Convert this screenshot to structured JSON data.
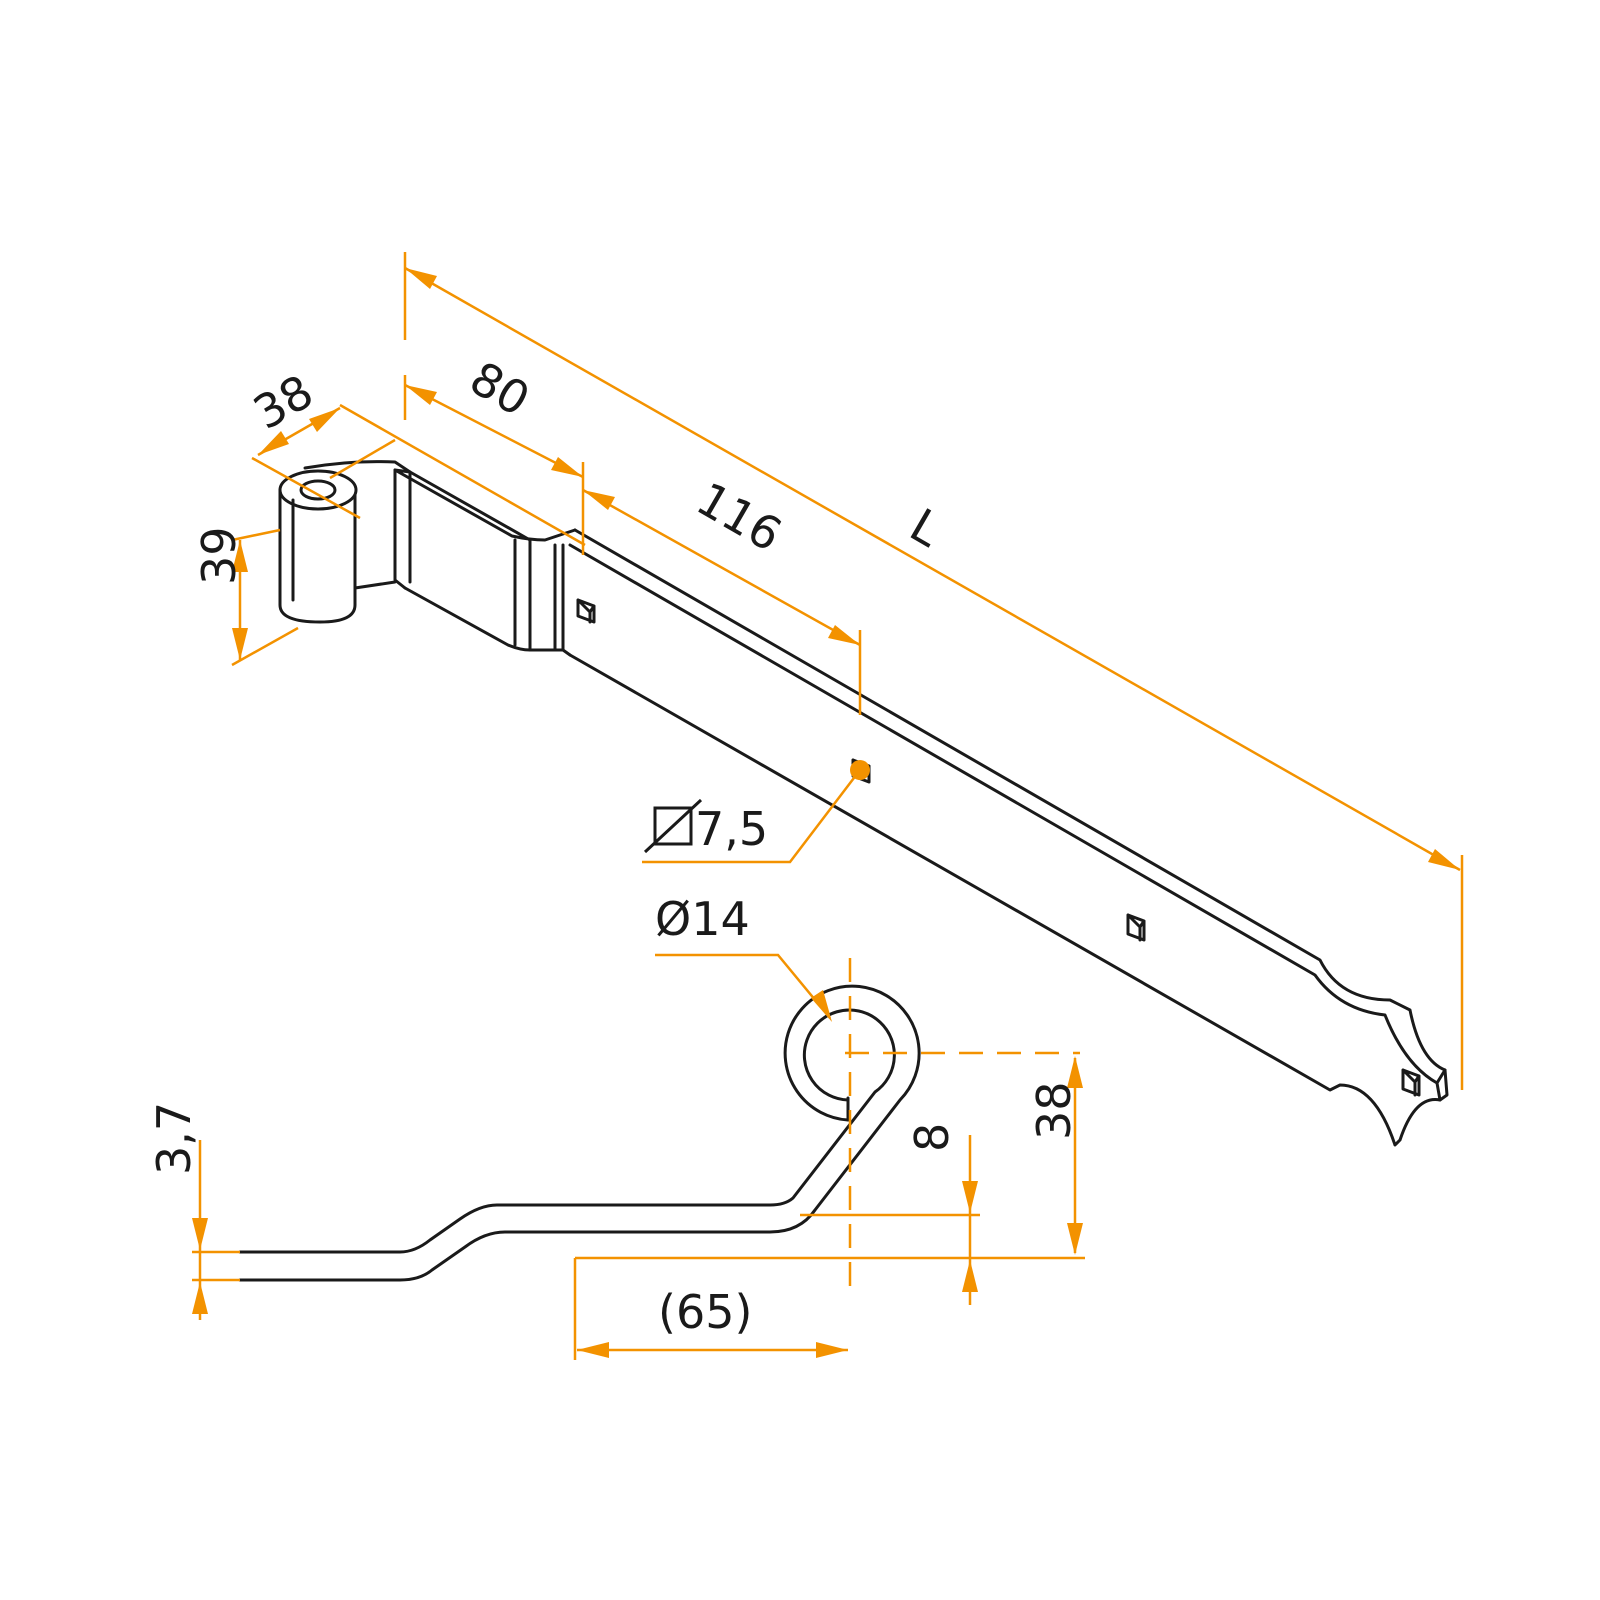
{
  "colors": {
    "dimension": "#f39200",
    "part": "#1a1a1a",
    "background": "#ffffff"
  },
  "dimensions": {
    "barrel_width": "38",
    "first_segment": "80",
    "second_segment": "116",
    "total_length": "L",
    "barrel_height": "39",
    "square_hole": "7,5",
    "pin_diameter": "Ø14",
    "offset_height": "38",
    "offset_step": "8",
    "thickness": "3,7",
    "offset_length": "(65)"
  }
}
